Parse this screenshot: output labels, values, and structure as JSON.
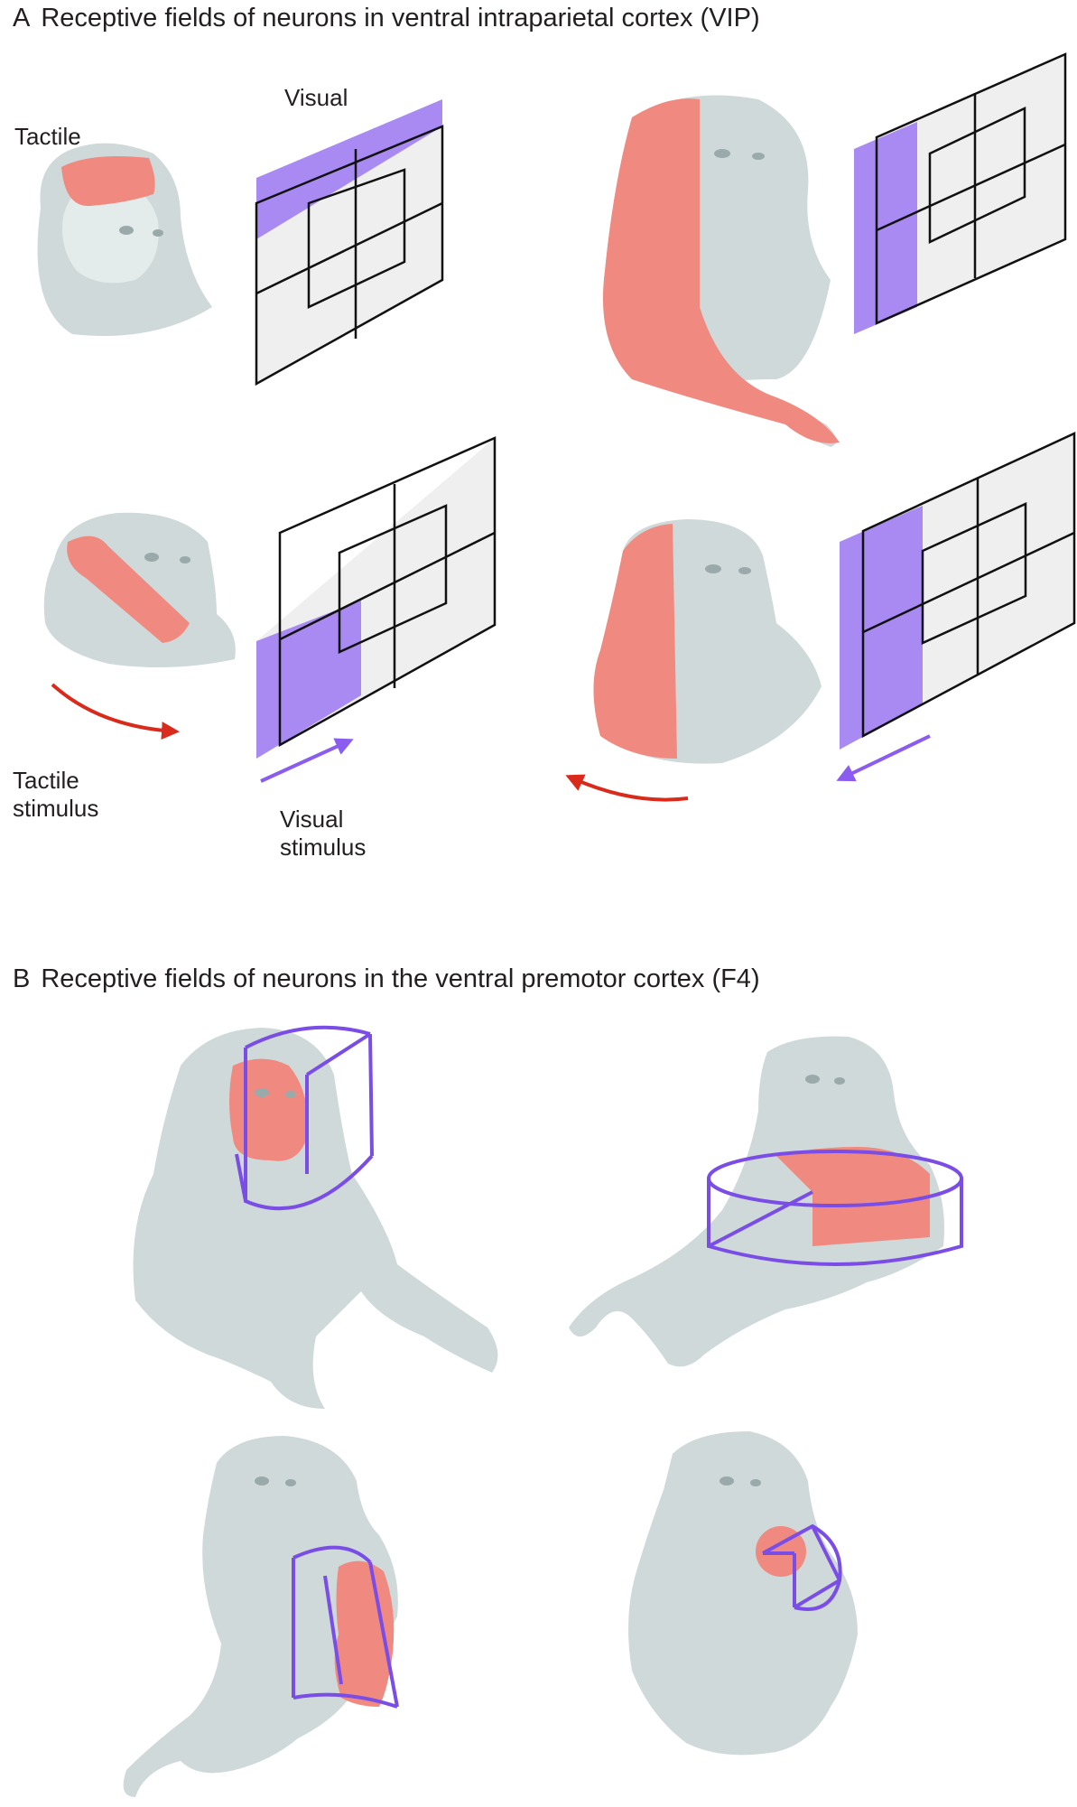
{
  "panel_a": {
    "letter": "A",
    "title": "Receptive fields of neurons in ventral intraparietal cortex (VIP)",
    "label_visual": "Visual",
    "label_tactile": "Tactile",
    "label_tactile_stimulus": "Tactile\nstimulus",
    "label_visual_stimulus": "Visual\nstimulus"
  },
  "panel_b": {
    "letter": "B",
    "title": "Receptive fields of neurons in the ventral premotor cortex (F4)"
  },
  "colors": {
    "tactile_field": "#f08a80",
    "visual_field": "#a98af2",
    "grid_fill": "#efefef",
    "outline": "#111111",
    "monkey_fur": "#cfd9da",
    "monkey_shadow": "#b9c7c8",
    "arrow_tactile": "#d92a1c",
    "arrow_visual": "#8a5cf0",
    "field_volume": "#7a4ee6"
  }
}
